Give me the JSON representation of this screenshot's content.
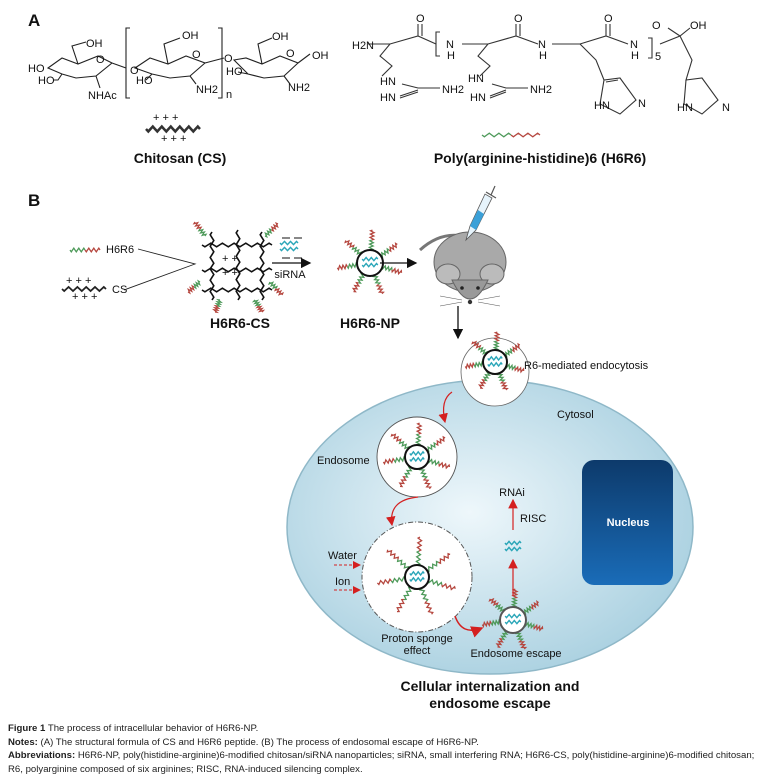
{
  "panel_a": {
    "label": "A",
    "chitosan": {
      "atoms": {
        "oh1": "OH",
        "ho1": "HO",
        "ho2": "HO",
        "nhac": "NHAc",
        "oh2": "OH",
        "o_ring1": "O",
        "o_ring2": "O",
        "o_ring3": "O",
        "o_link1": "O",
        "o_link2": "O",
        "ho3": "HO",
        "nh2a": "NH2",
        "n": "n",
        "oh3": "OH",
        "ho4": "HO",
        "oh4": "OH",
        "nh2b": "NH2"
      },
      "charges_top": "+ + +",
      "charges_bottom": "+ + +",
      "title": "Chitosan (CS)"
    },
    "h6r6": {
      "atoms": {
        "h2n": "H2N",
        "o1": "O",
        "nh1": "N",
        "h1": "H",
        "o2": "O",
        "nh2": "N",
        "h2": "H",
        "o3": "O",
        "nh3": "N",
        "h3": "H",
        "sub5": "5",
        "o4": "O",
        "oh": "OH",
        "hn1": "HN",
        "hn2": "HN",
        "nh2_1": "NH2",
        "hn3": "HN",
        "hn4": "HN",
        "nh2_2": "NH2",
        "hn5": "HN",
        "n1": "N",
        "hn6": "HN",
        "n2": "N"
      },
      "title": "Poly(arginine-histidine)6 (H6R6)"
    }
  },
  "panel_b": {
    "label": "B",
    "legend_h6r6": "H6R6",
    "legend_cs": "CS",
    "cs_charges": "+ + +",
    "complex_charges": "+ +",
    "sirna_label": "siRNA",
    "h6r6_cs_label": "H6R6-CS",
    "h6r6_np_label": "H6R6-NP",
    "endocytosis_label": "R6-mediated endocytosis",
    "cytosol_label": "Cytosol",
    "endosome_label": "Endosome",
    "water_label": "Water",
    "ion_label": "Ion",
    "proton_sponge_line1": "Proton sponge",
    "proton_sponge_line2": "effect",
    "endosome_escape_label": "Endosome escape",
    "risc_label": "RISC",
    "rnai_label": "RNAi",
    "nucleus_label": "Nucleus",
    "title_line1": "Cellular internalization and",
    "title_line2": "endosome escape",
    "colors": {
      "arginine": "#b5473f",
      "histidine": "#4e9a5a",
      "sirna": "#2aa6b8",
      "cell": "#b9dbe8",
      "nucleus": "#155a9c",
      "arrow_red": "#d42020"
    }
  },
  "caption": {
    "figure_label": "Figure 1",
    "figure_title": "The process of intracellular behavior of H6R6-NP.",
    "notes_label": "Notes:",
    "notes_text": "(A) The structural formula of CS and H6R6 peptide. (B) The process of endosomal escape of H6R6-NP.",
    "abbrev_label": "Abbreviations:",
    "abbrev_text": "H6R6-NP, poly(histidine-arginine)6-modified chitosan/siRNA nanoparticles; siRNA, small interfering RNA; H6R6-CS, poly(histidine-arginine)6-modified chitosan; R6, polyarginine composed of six arginines; RISC, RNA-induced silencing complex."
  }
}
